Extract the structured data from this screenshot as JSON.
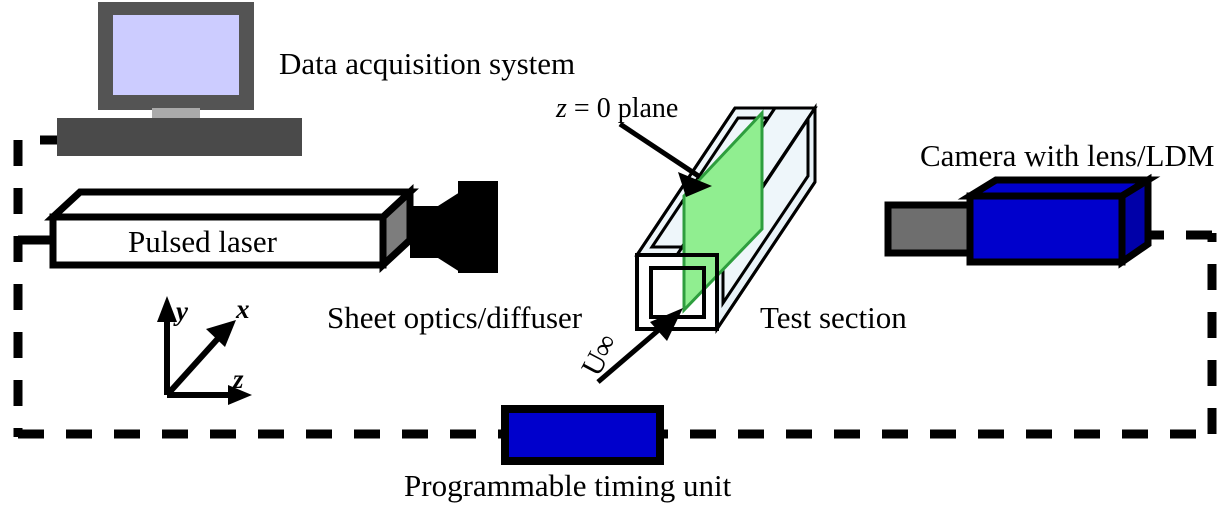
{
  "figure": {
    "type": "experimental-setup-diagram",
    "title": "",
    "background_color": "#ffffff"
  },
  "labels": {
    "data_acquisition": "Data acquisition system",
    "pulsed_laser": "Pulsed laser",
    "sheet_optics": "Sheet optics/diffuser",
    "z_plane_var": "z",
    "z_plane_rest": " = 0 plane",
    "test_section": "Test section",
    "camera": "Camera with lens/LDM",
    "timing_unit": "Programmable timing unit",
    "freestream_u": "U",
    "freestream_inf": "∞"
  },
  "axes": {
    "y": "y",
    "x": "x",
    "z": "z"
  },
  "colors": {
    "monitor_bezel": "#545454",
    "monitor_screen": "#ccccff",
    "monitor_stand": "#aaaaaa",
    "computer_base": "#4a4a4a",
    "laser_body": "#ffffff",
    "laser_side": "#7d7d7d",
    "optics_black": "#000000",
    "duct_glass": "#eef6fa",
    "duct_glass_side": "#e8f2f8",
    "laser_sheet_green": "#90ee90",
    "laser_sheet_edge": "#2e9e3e",
    "camera_body": "#0000cc",
    "camera_body_dark": "#0000a8",
    "camera_lens": "#6e6e6e",
    "timing_unit": "#0000cc",
    "outline": "#000000",
    "cable_dash": "#000000"
  },
  "components": [
    {
      "name": "data-acquisition-system",
      "label": "Data acquisition system"
    },
    {
      "name": "pulsed-laser",
      "label": "Pulsed laser"
    },
    {
      "name": "sheet-optics-diffuser",
      "label": "Sheet optics/diffuser"
    },
    {
      "name": "test-section",
      "label": "Test section"
    },
    {
      "name": "laser-sheet-plane",
      "label": "z = 0 plane"
    },
    {
      "name": "camera-with-lens",
      "label": "Camera with lens/LDM"
    },
    {
      "name": "programmable-timing-unit",
      "label": "Programmable timing unit"
    },
    {
      "name": "freestream-flow-arrow",
      "label": "U∞"
    },
    {
      "name": "coordinate-axes",
      "label": "x y z"
    }
  ]
}
